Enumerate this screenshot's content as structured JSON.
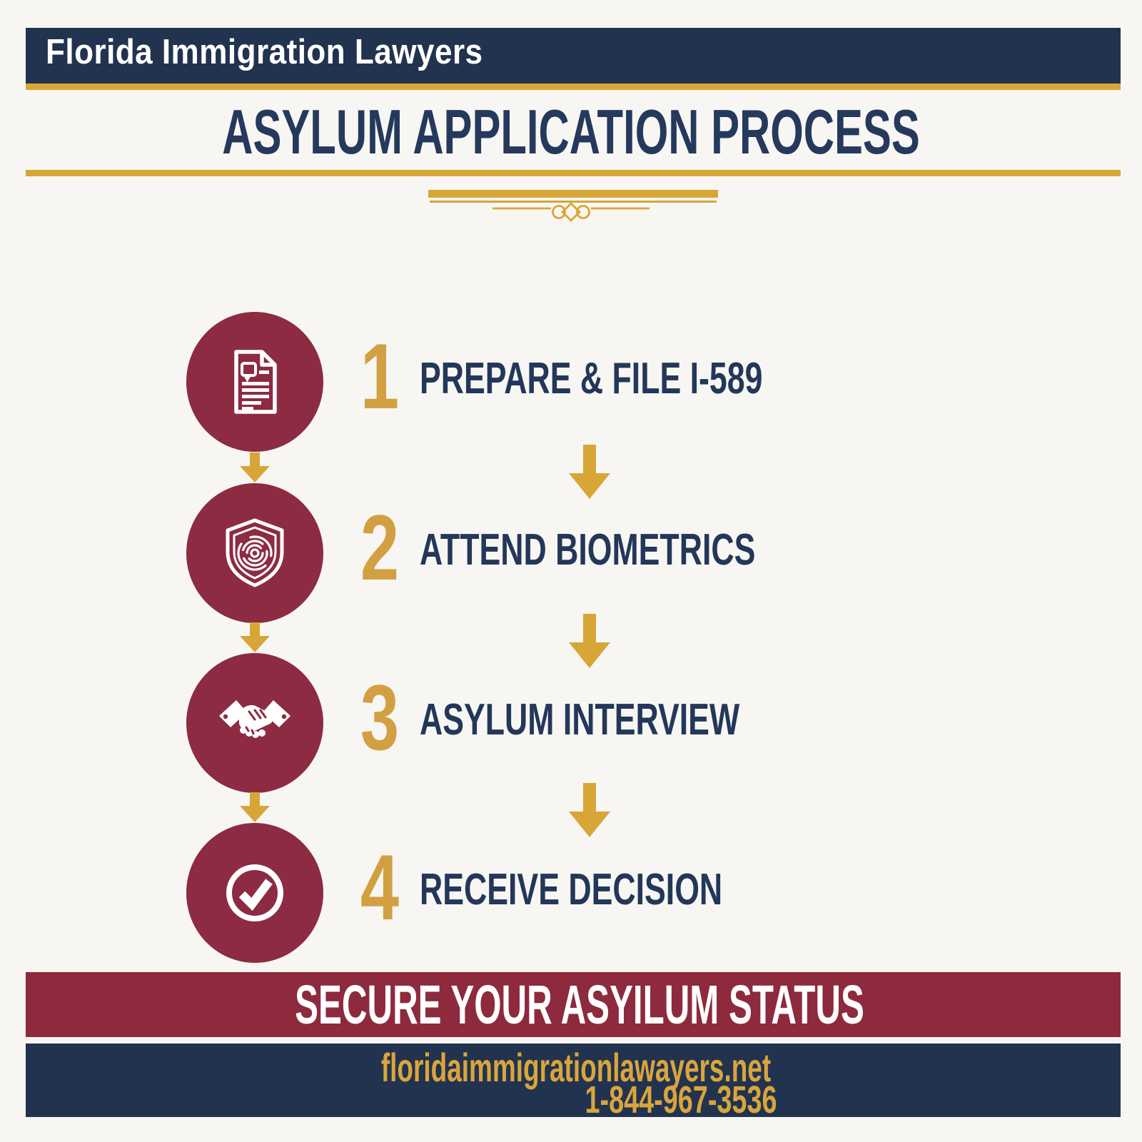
{
  "header": {
    "brand": "Florida Immigration Lawyers",
    "title": "ASYLUM APPLICATION PROCESS"
  },
  "steps": [
    {
      "number": "1",
      "label": "PREPARE & FILE I-589",
      "icon": "document-i589-icon"
    },
    {
      "number": "2",
      "label": "ATTEND BIOMETRICS",
      "icon": "fingerprint-shield-icon"
    },
    {
      "number": "3",
      "label": "ASYLUM INTERVIEW",
      "icon": "handshake-icon"
    },
    {
      "number": "4",
      "label": "RECEIVE DECISION",
      "icon": "check-circle-icon"
    }
  ],
  "banner": {
    "text": "SECURE YOUR ASYILUM STATUS"
  },
  "footer": {
    "website": "floridaimmigrationlawayers.net",
    "phone": "1-844-967-3536"
  },
  "colors": {
    "navy": "#22334f",
    "navy_text": "#25395c",
    "maroon_circle": "#8c2b42",
    "maroon_banner": "#8d2a3e",
    "gold": "#d8a637",
    "gold_number": "#d2a042",
    "gold_footer_text": "#d9a53c",
    "background": "#f7f6f3",
    "white": "#ffffff"
  }
}
